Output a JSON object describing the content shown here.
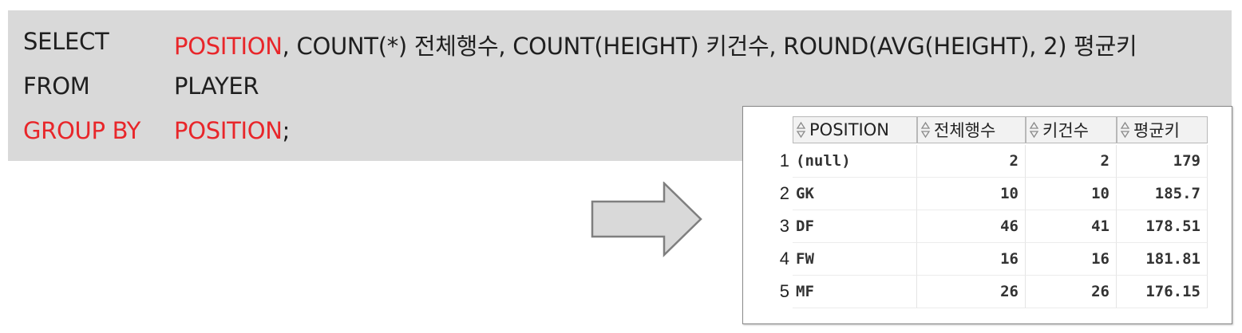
{
  "sql": {
    "line1": {
      "keyword": "SELECT",
      "col1": "POSITION",
      "rest": ", COUNT(*) 전체행수, COUNT(HEIGHT) 키건수, ROUND(AVG(HEIGHT), 2) 평균키"
    },
    "line2": {
      "keyword": "FROM",
      "table": "PLAYER"
    },
    "line3": {
      "keyword": "GROUP BY",
      "col": "POSITION",
      "end": ";"
    }
  },
  "result": {
    "columns": [
      "POSITION",
      "전체행수",
      "키건수",
      "평균키"
    ],
    "rows": [
      {
        "num": "1",
        "position": "(null)",
        "total": "2",
        "count": "2",
        "avg": "179"
      },
      {
        "num": "2",
        "position": "GK",
        "total": "10",
        "count": "10",
        "avg": "185.7"
      },
      {
        "num": "3",
        "position": "DF",
        "total": "46",
        "count": "41",
        "avg": "178.51"
      },
      {
        "num": "4",
        "position": "FW",
        "total": "16",
        "count": "16",
        "avg": "181.81"
      },
      {
        "num": "5",
        "position": "MF",
        "total": "26",
        "count": "26",
        "avg": "176.15"
      }
    ]
  },
  "colors": {
    "keyword_red": "#e8262a",
    "sql_background": "#d9d9d9",
    "arrow_fill": "#d9d9d9"
  },
  "icons": {
    "arrow": "right-arrow-icon",
    "sort": "sort-updown-icon"
  }
}
